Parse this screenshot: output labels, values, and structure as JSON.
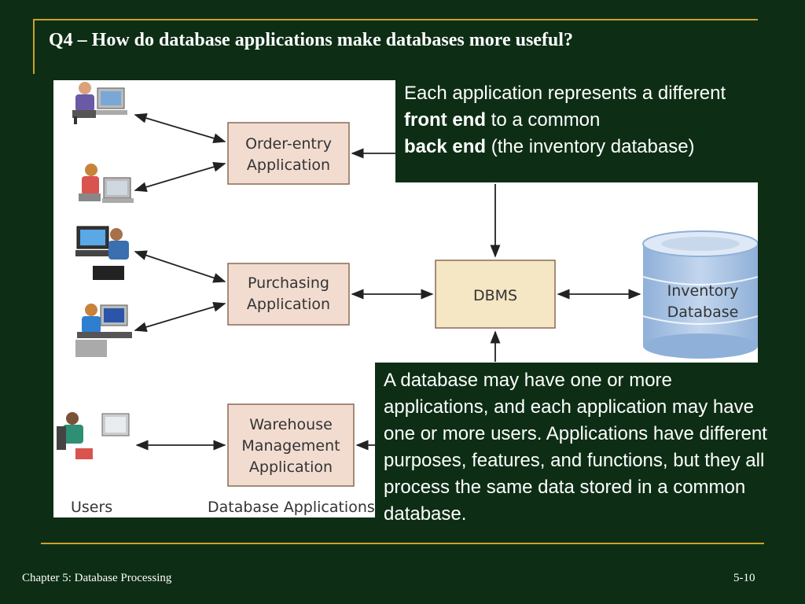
{
  "slide": {
    "title": "Q4 – How do database applications make databases more useful?",
    "footer_left": "Chapter 5: Database Processing",
    "footer_right": "5-10"
  },
  "diagram": {
    "applications": [
      {
        "line1": "Order-entry",
        "line2": "Application"
      },
      {
        "line1": "Purchasing",
        "line2": "Application"
      },
      {
        "line1": "Warehouse",
        "line2": "Management",
        "line3": "Application"
      }
    ],
    "dbms_label": "DBMS",
    "database": {
      "line1": "Inventory",
      "line2": "Database"
    },
    "column_labels": {
      "users": "Users",
      "apps": "Database Applications"
    },
    "colors": {
      "app_fill": "#f2dcd0",
      "dbms_fill": "#f5e6c4",
      "db_fill": "#a9c4e6",
      "box_stroke": "#8a6a55"
    }
  },
  "callouts": {
    "top": {
      "part1": "Each application represents a different ",
      "bold1": "front end",
      "part2": " to a common ",
      "bold2": "back end",
      "part3": " (the inventory database)"
    },
    "bottom": "A database may have one or more applications, and each application may have one or more users. Applications have different purposes, features, and functions, but they all process the same data stored in a common database."
  }
}
